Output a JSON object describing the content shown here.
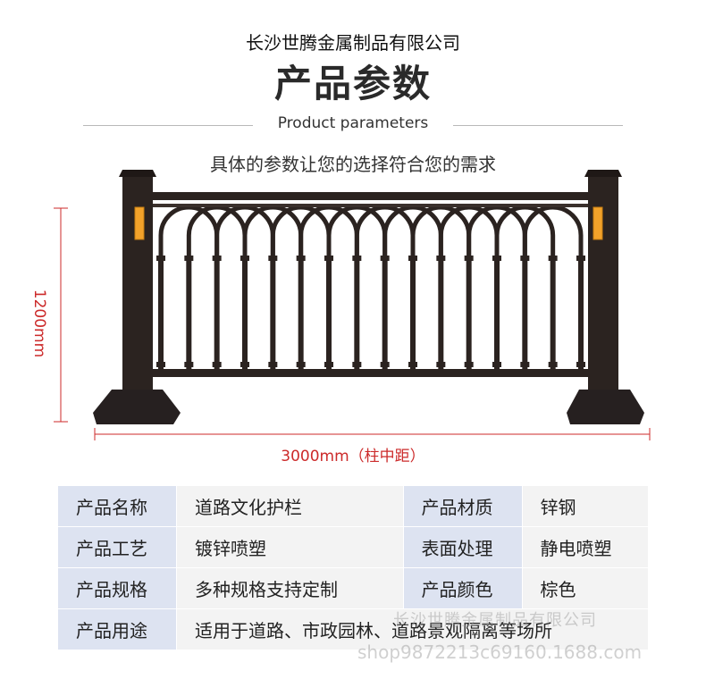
{
  "header": {
    "company": "长沙世腾金属制品有限公司",
    "title": "产品参数",
    "subtitle_en": "Product parameters",
    "description": "具体的参数让您的选择符合您的需求"
  },
  "dimensions": {
    "height_label": "1200mm",
    "width_label": "3000mm（柱中距）"
  },
  "params": {
    "rows": [
      {
        "k1": "产品名称",
        "v1": "道路文化护栏",
        "k2": "产品材质",
        "v2": "锌钢"
      },
      {
        "k1": "产品工艺",
        "v1": "镀锌喷塑",
        "k2": "表面处理",
        "v2": "静电喷塑"
      },
      {
        "k1": "产品规格",
        "v1": "多种规格支持定制",
        "k2": "产品颜色",
        "v2": "棕色"
      },
      {
        "k1": "产品用途",
        "v1": "适用于道路、市政园林、道路景观隔离等场所"
      }
    ]
  },
  "watermark": {
    "line1": "长沙世腾金属制品有限公司",
    "line2": "shop9872213c69160.1688.com"
  },
  "colors": {
    "dimension_red": "#cc2a2a",
    "key_cell_bg": "#dde3f1",
    "value_cell_bg": "#f3f3f3",
    "fence": "#2b2320"
  }
}
